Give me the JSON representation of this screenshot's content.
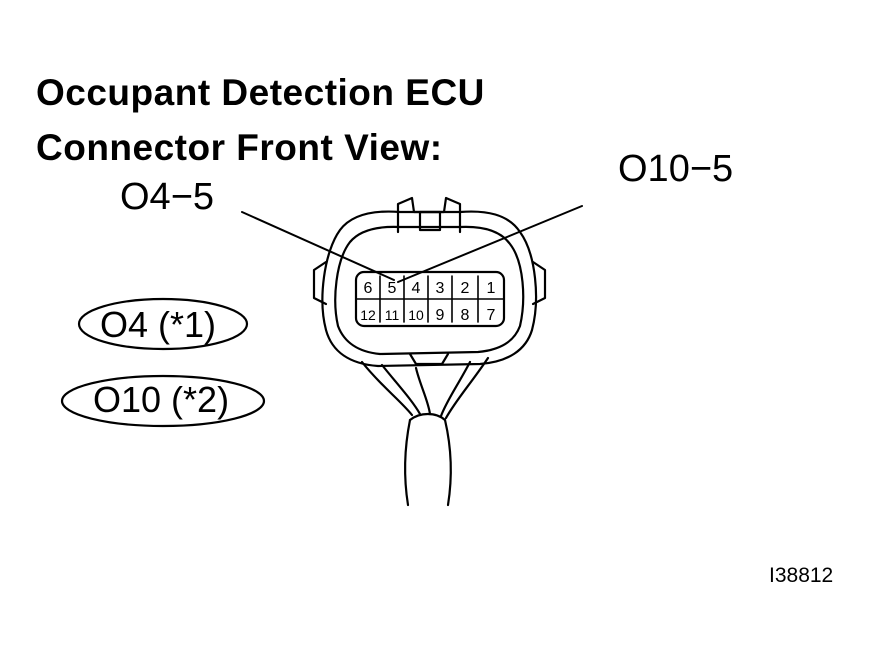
{
  "title_line1": "Occupant  Detection  ECU",
  "title_line2": "Connector Front View:",
  "callout_left": "O4−5",
  "callout_right": "O10−5",
  "oval_label_1": "O4 (*1)",
  "oval_label_2": "O10 (*2)",
  "figure_id": "I38812",
  "pins_top": [
    "6",
    "5",
    "4",
    "3",
    "2",
    "1"
  ],
  "pins_bottom": [
    "12",
    "11",
    "10",
    "9",
    "8",
    "7"
  ]
}
